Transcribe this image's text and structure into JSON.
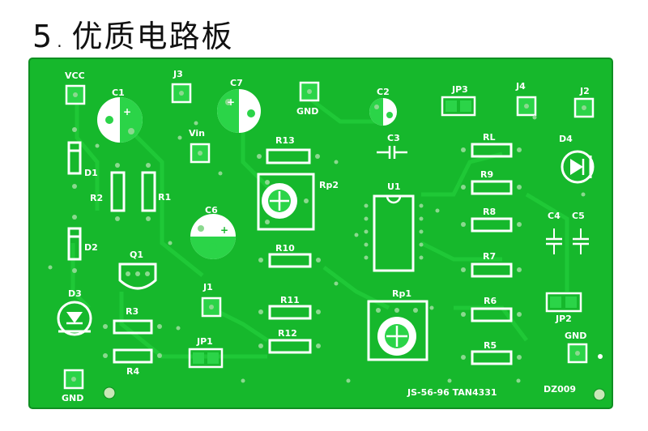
{
  "heading": {
    "number": "5",
    "dot": ".",
    "title": "优质电路板"
  },
  "colors": {
    "board": "#16b82c",
    "board_edge": "#0f8f22",
    "trace": "#22cc3a",
    "silk": "#ffffff",
    "pad": "#2bd448",
    "hole": "#8bd98f"
  },
  "labels": {
    "vcc": "VCC",
    "j3": "J3",
    "c1": "C1",
    "c7": "C7",
    "gnd_top": "GND",
    "c2": "C2",
    "jp3": "JP3",
    "j4": "J4",
    "j2": "J2",
    "vin": "Vin",
    "r13": "R13",
    "c3": "C3",
    "rl": "RL",
    "d4": "D4",
    "d1": "D1",
    "r2": "R2",
    "r1": "R1",
    "rp2": "Rp2",
    "u1": "U1",
    "r9": "R9",
    "c6": "C6",
    "r8": "R8",
    "c4": "C4",
    "c5": "C5",
    "d2": "D2",
    "r10": "R10",
    "q1": "Q1",
    "r7": "R7",
    "jp2": "JP2",
    "d3": "D3",
    "j1": "J1",
    "r11": "R11",
    "rp1": "Rp1",
    "r6": "R6",
    "r3": "R3",
    "gnd_right": "GND",
    "r12": "R12",
    "jp1": "JP1",
    "r5": "R5",
    "r4": "R4",
    "gnd_bottom": "GND",
    "board_code": "JS-56-96 TAN4331",
    "board_id": "DZ009"
  }
}
